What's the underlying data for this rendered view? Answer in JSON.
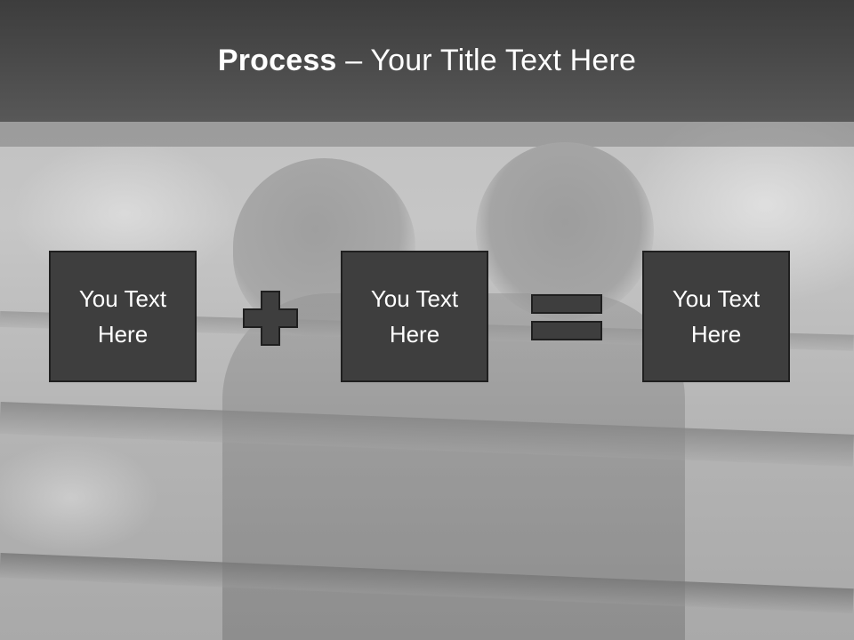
{
  "slide": {
    "title_bold": "Process",
    "title_rest": " – Your Title Text Here"
  },
  "process": {
    "boxes": [
      {
        "label": "You Text\nHere"
      },
      {
        "label": "You Text\nHere"
      },
      {
        "label": "You Text\nHere"
      }
    ],
    "operators": [
      {
        "icon": "plus-icon"
      },
      {
        "icon": "equals-icon"
      }
    ]
  },
  "colors": {
    "title_band": "#4a4a4a",
    "box_fill": "#3e3e3e",
    "box_border": "#1f1f1f",
    "operator_fill": "#3e3e3e",
    "text": "#ffffff"
  }
}
